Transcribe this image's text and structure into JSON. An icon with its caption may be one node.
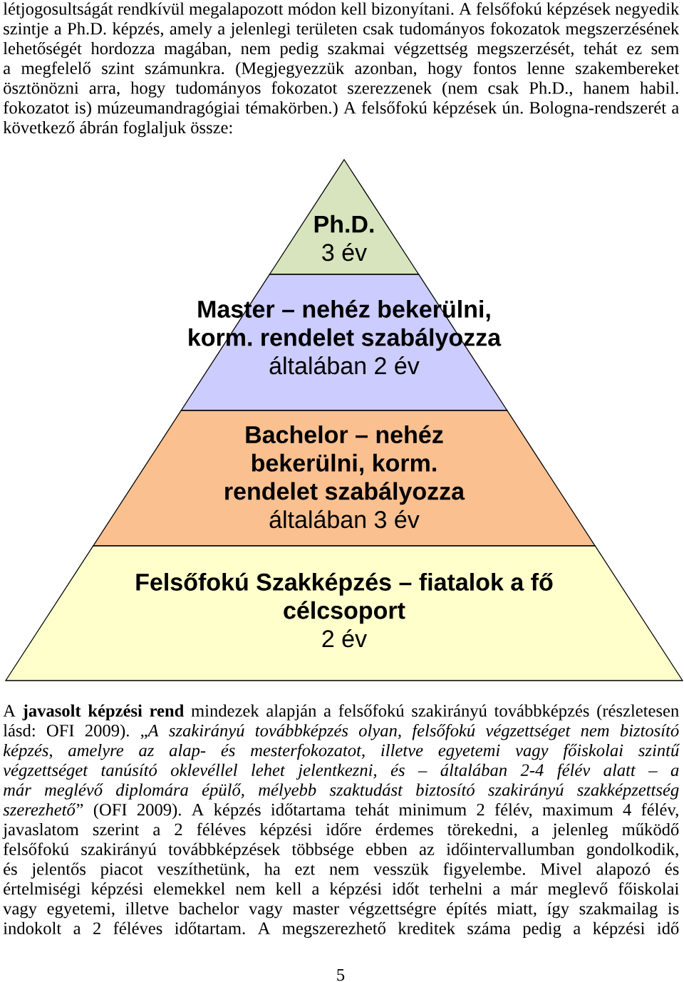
{
  "diagram": {
    "nodes": [
      {
        "text": [
          "Ph.D.",
          "3 év"
        ]
      },
      {
        "text": [
          "Master – nehéz bekerülni, korm. rendelet szabályozza",
          "általában 2 év"
        ]
      },
      {
        "text": [
          "Bachelor – nehéz bekerülni, korm. rendelet szabályozza",
          "általában 3 év"
        ]
      },
      {
        "text": [
          "Felsőfokú Szakképzés – fiatalok a fő célcsoport",
          "2 év"
        ]
      }
    ],
    "labels": [
      "létjogosultságát rendkívül megalapozott módon kell bizonyítani. A felsőfokú képzések negyedik szintje a Ph.D. képzés, amely a jelenlegi területen csak tudományos fokozatok megszerzésének lehetőségét hordozza magában, nem pedig szakmai végzettség megszerzését, tehát ez sem a megfelelő szint számunkra. (Megjegyezzük azonban, hogy fontos lenne szakembereket ösztönözni arra, hogy tudományos fokozatot szerezzenek (nem csak Ph.D., hanem habil. fokozatot is) múzeumandragógiai témakörben.) A felsőfokú képzések ún. Bologna-rendszerét a következő ábrán foglaljuk össze:",
      "A **javasolt képzési rend** mindezek alapján a felsőfokú szakirányú továbbképzés (részletesen lásd: OFI 2009). „*A szakirányú továbbképzés olyan, felsőfokú végzettséget nem biztosító képzés, amelyre az alap- és mesterfokozatot, illetve egyetemi vagy főiskolai szintű végzettséget tanúsító oklevéllel lehet jelentkezni, és – általában 2-4 félév alatt – a már meglévő diplomára épülő, mélyebb szaktudást biztosító szakirányú szakképzettség szerezhető*” (OFI 2009). A képzés időtartama tehát minimum 2 félév, maximum 4 félév, javaslatom szerint a 2 féléves képzési időre érdemes törekedni, a jelenleg működő felsőfokú szakirányú továbbképzések többsége ebben az időintervallumban gondolkodik, és jelentős piacot veszíthetünk, ha ezt nem vesszük figyelembe. Mivel alapozó és értelmiségi képzési elemekkel nem kell a képzési időt terhelni a már meglevő főiskolai vagy egyetemi, illetve bachelor vagy master végzettségre építés miatt, így szakmailag is indokolt a 2 féléves időtartam. A megszerezhető kreditek száma pedig a képzési idő",
      "5"
    ]
  }
}
